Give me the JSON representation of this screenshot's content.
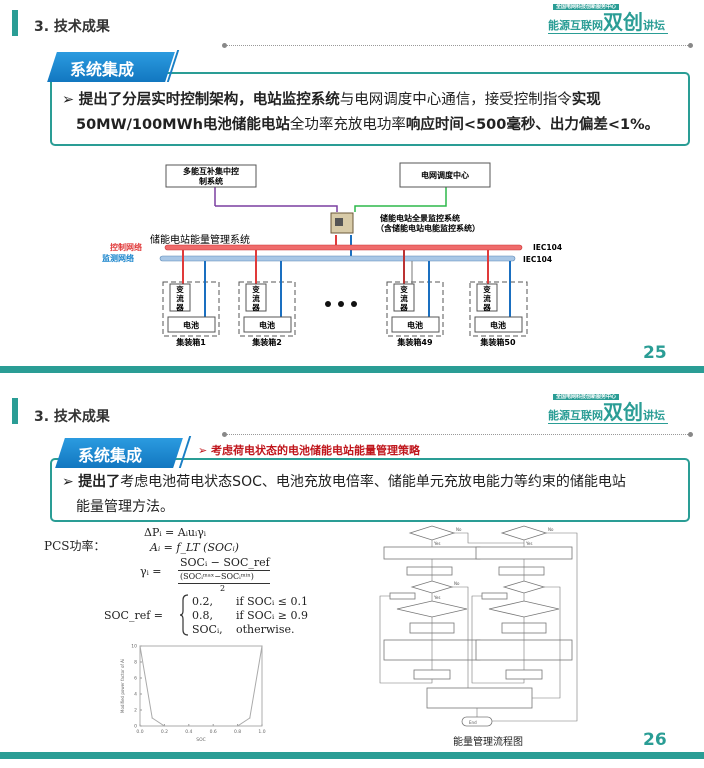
{
  "logo": {
    "text_small": "全国电网科技创新服务中心",
    "text_main": "能源互联网",
    "text_big": "双创",
    "text_end": "讲坛"
  },
  "slide1": {
    "section_title": "3. 技术成果",
    "tag": "系统集成",
    "bullet": {
      "line1_b1": "提出了分层实时控制架构，电站监控系统",
      "line1_n1": "与电网调度中心通信，接受控制指令",
      "line1_b2": "实现",
      "line2_b1": "50MW/100MWh电池储能电站",
      "line2_n1": "全功率充放电功率",
      "line2_b2": "响应时间<500毫秒、出力偏差<1%。"
    },
    "diagram": {
      "box_multi": [
        "多能互补集中控",
        "制系统"
      ],
      "box_grid": "电网调度中心",
      "monitor_system": [
        "储能电站全景监控系统",
        "（含储能电站电能监控系统）"
      ],
      "ems": "储能电站能量管理系统",
      "control_net": "控制网络",
      "monitor_net": "监测网络",
      "protocol1": "IEC104",
      "protocol2": "IEC104",
      "converter": [
        "变",
        "流",
        "器"
      ],
      "battery": "电池",
      "containers": [
        "集装箱1",
        "集装箱2",
        "集装箱49",
        "集装箱50"
      ]
    },
    "page_number": "25"
  },
  "slide2": {
    "section_title": "3. 技术成果",
    "tag": "系统集成",
    "subtitle": "➢ 考虑荷电状态的电池储能电站能量管理策略",
    "bullet": {
      "b1": "提出了",
      "n1": "考虑电池荷电状态SOC、电池充放电倍率、储能单元充放电能力等约束的储能电站",
      "line2": "能量管理方法。"
    },
    "pcs_label": "PCS功率：",
    "formulas": {
      "f1": "ΔPᵢ = Aᵢuᵢγᵢ",
      "f2": "Aᵢ = f_LT (SOCᵢ)",
      "f3_lhs": "γᵢ =",
      "f3_num": "SOCᵢ − SOC_ref",
      "f3_den": "(SOCᵢᵐᵃˣ−SOCᵢᵐⁱⁿ)",
      "f3_den2": "2",
      "f4_lhs": "SOC_ref =",
      "cases": [
        [
          "0.2,",
          "if SOCᵢ ≤ 0.1"
        ],
        [
          "0.8,",
          "if SOCᵢ ≥ 0.9"
        ],
        [
          "SOCᵢ,",
          "otherwise."
        ]
      ]
    },
    "flowchart": {
      "caption": "能量管理流程图",
      "yes": "Yes",
      "no": "No",
      "end": "End"
    },
    "page_number": "26"
  },
  "chart_data": {
    "type": "line",
    "title": "",
    "xlabel": "SOC",
    "ylabel": "Modified power factor of Ai",
    "x": [
      0,
      0.1,
      0.2,
      0.8,
      0.9,
      1.0
    ],
    "y": [
      10,
      1,
      0,
      0,
      1,
      10
    ],
    "xlim": [
      0,
      1
    ],
    "ylim": [
      0,
      10
    ],
    "xticks": [
      "0.0",
      "0.2",
      "0.4",
      "0.6",
      "0.8",
      "1.0"
    ],
    "yticks": [
      "0",
      "2",
      "4",
      "6",
      "8",
      "10"
    ],
    "grid": false
  },
  "colors": {
    "teal": "#2a9d95",
    "blue_tag": "#1a85cc",
    "red": "#e03a3a",
    "bus_blue": "#8fb7dc",
    "purple": "#7a3fa0",
    "green": "#2db84a"
  }
}
